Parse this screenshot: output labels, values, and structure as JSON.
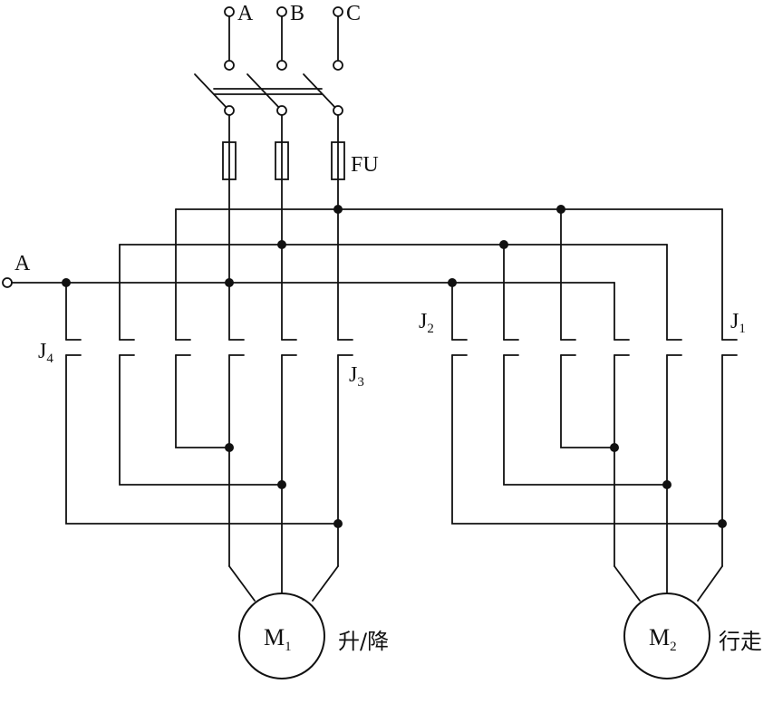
{
  "supply": {
    "phase_a": "A",
    "phase_b": "B",
    "phase_c": "C"
  },
  "fuse": {
    "label": "FU"
  },
  "control": {
    "input_label": "A"
  },
  "contacts": {
    "j1": {
      "base": "J",
      "sub": "1"
    },
    "j2": {
      "base": "J",
      "sub": "2"
    },
    "j3": {
      "base": "J",
      "sub": "3"
    },
    "j4": {
      "base": "J",
      "sub": "4"
    }
  },
  "motors": {
    "m1": {
      "base": "M",
      "sub": "1",
      "caption": "升/降"
    },
    "m2": {
      "base": "M",
      "sub": "2",
      "caption": "行走"
    }
  }
}
